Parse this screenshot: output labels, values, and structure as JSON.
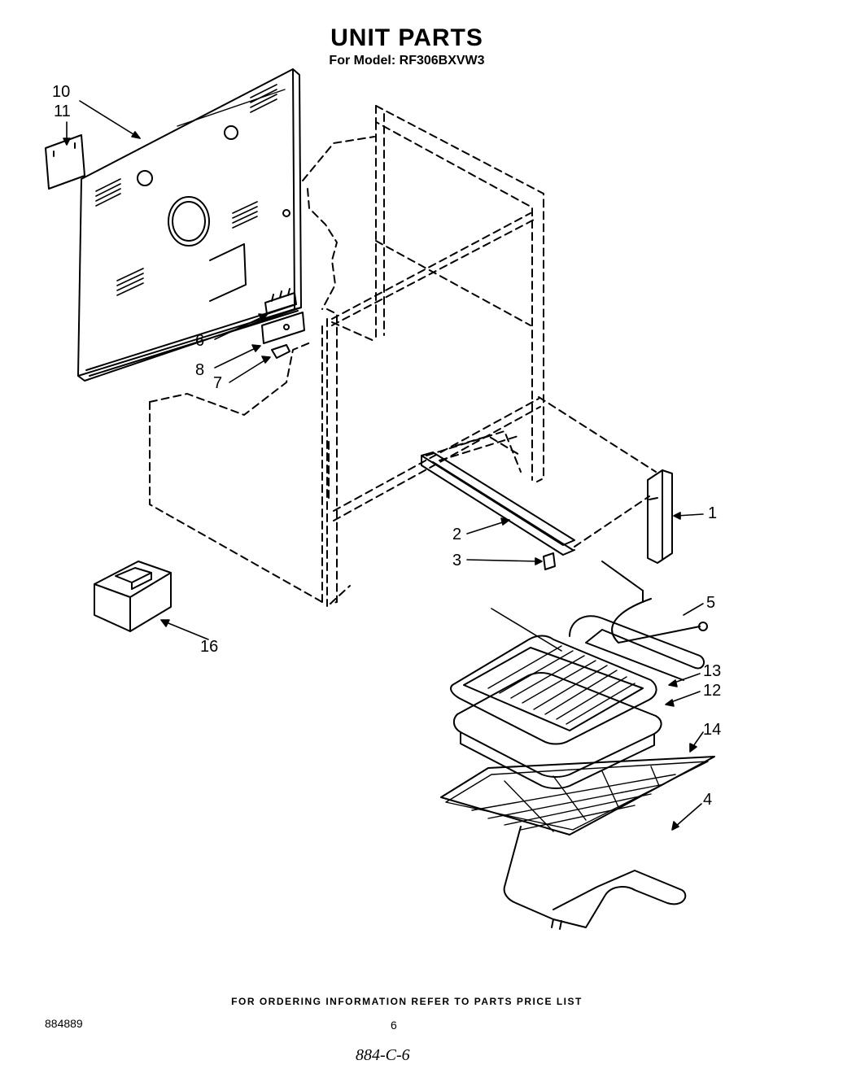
{
  "header": {
    "title": "UNIT PARTS",
    "subtitle": "For Model: RF306BXVW3"
  },
  "callouts": {
    "c1": "1",
    "c2": "2",
    "c3": "3",
    "c4": "4",
    "c5": "5",
    "c6": "6",
    "c7": "7",
    "c8": "8",
    "c10": "10",
    "c11": "11",
    "c12": "12",
    "c13": "13",
    "c14": "14",
    "c16": "16"
  },
  "footer": {
    "note": "FOR ORDERING INFORMATION REFER TO PARTS PRICE LIST",
    "doc_number": "884889",
    "page_number": "6",
    "handwritten": "884-C-6"
  }
}
